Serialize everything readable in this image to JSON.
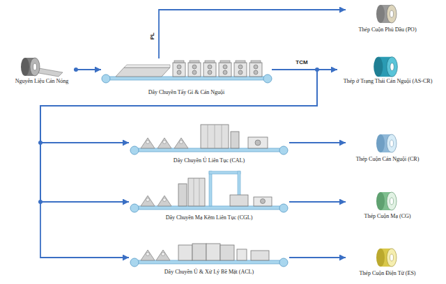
{
  "diagram": {
    "nodes": [
      {
        "text": [
          "Nguyên Liệu Cán Nóng"
        ]
      },
      {
        "text": [
          "Dây Chuyền Tẩy Gỉ & Cán Nguội"
        ]
      },
      {
        "text": [
          "Thép Cuộn Phủ Dầu (PO)"
        ]
      },
      {
        "text": [
          "Thép ở Trạng Thái Cán Nguội (AS-CR)"
        ]
      },
      {
        "text": [
          "Dây Chuyền Ủ Liên Tục (CAL)"
        ]
      },
      {
        "text": [
          "Thép Cuộn Cán Nguội (CR)"
        ]
      },
      {
        "text": [
          "Dây Chuyền Mạ Kẽm Liên Tục (CGL)"
        ]
      },
      {
        "text": [
          "Thép Cuộn Mạ (CG)"
        ]
      },
      {
        "text": [
          "Dây Chuyền Ủ & Xử Lý Bề Mặt (ACL)"
        ]
      },
      {
        "text": [
          "Thép Cuộn Điện Tử (ES)"
        ]
      }
    ],
    "edges": [
      {
        "from": 0,
        "to": 1,
        "arrow": "to"
      },
      {
        "from": 1,
        "to": 2,
        "label": "PL",
        "arrow": "to"
      },
      {
        "from": 1,
        "to": 3,
        "label": "TCM",
        "arrow": "to"
      },
      {
        "from": 1,
        "to": 4,
        "arrow": "to"
      },
      {
        "from": 1,
        "to": 6,
        "arrow": "to"
      },
      {
        "from": 1,
        "to": 8,
        "arrow": "to"
      },
      {
        "from": 4,
        "to": 5,
        "arrow": "to"
      },
      {
        "from": 6,
        "to": 7,
        "arrow": "to"
      },
      {
        "from": 8,
        "to": 9,
        "arrow": "to"
      }
    ]
  }
}
